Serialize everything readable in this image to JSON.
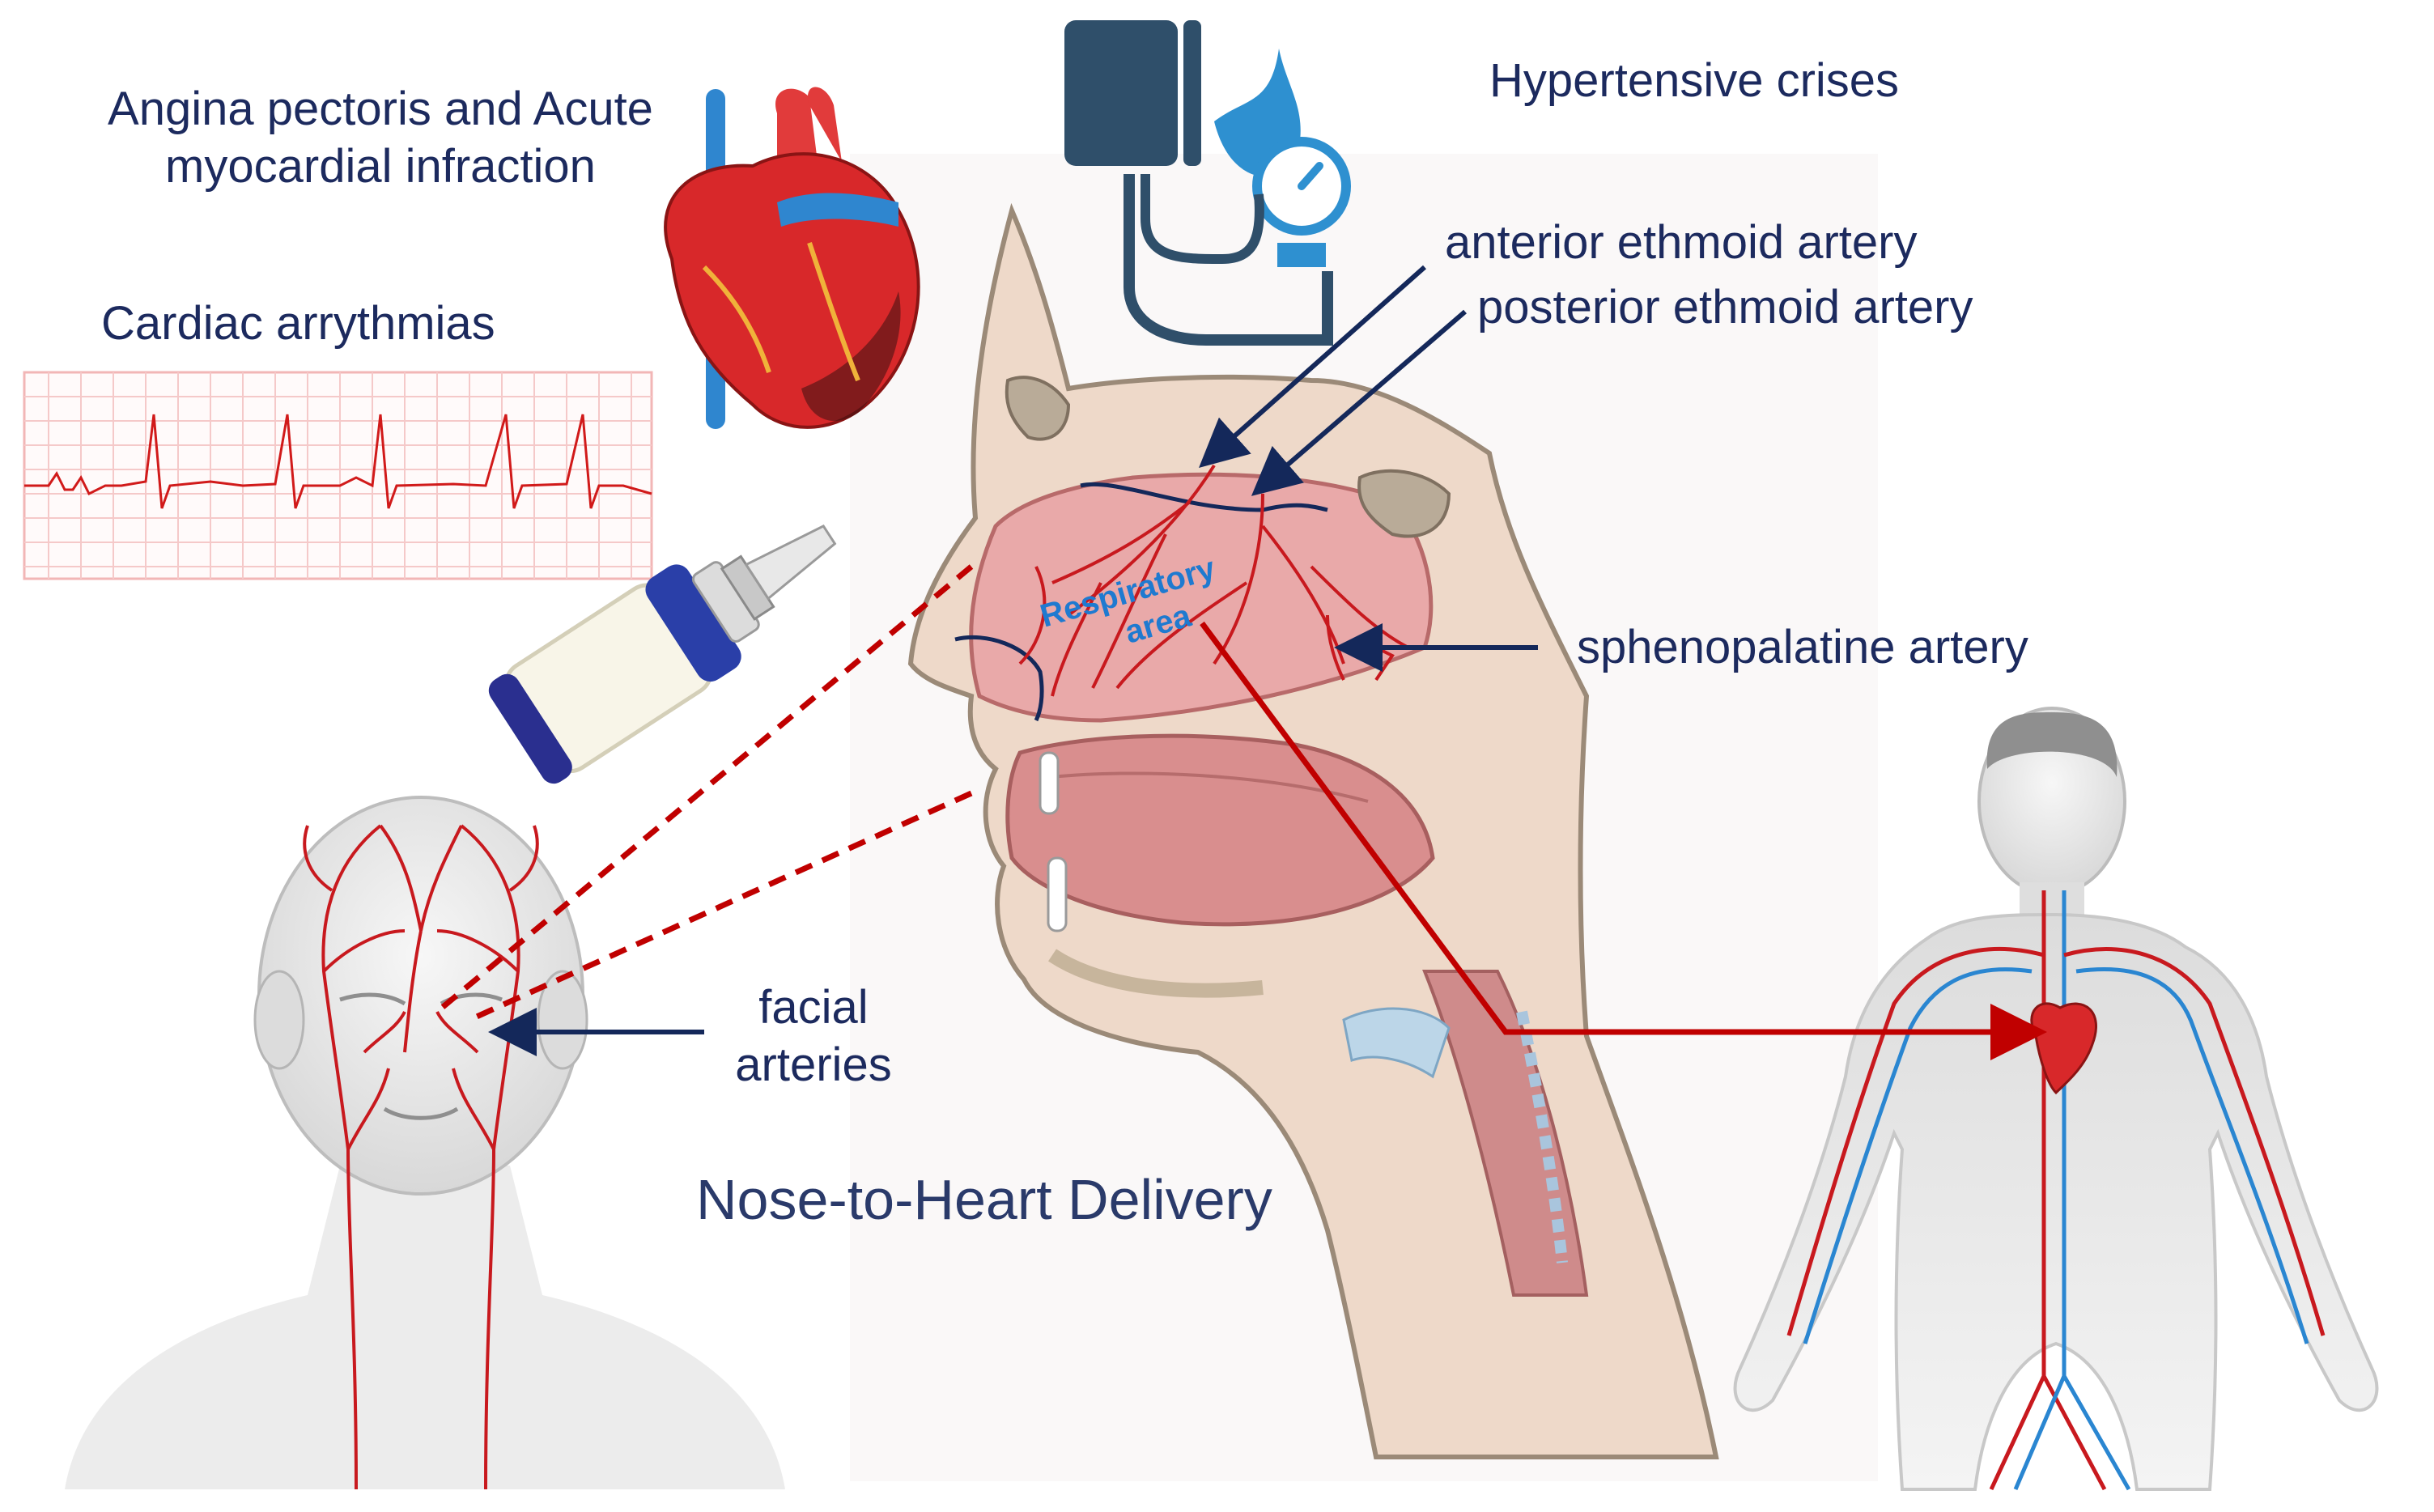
{
  "labels": {
    "angina_line1": "Angina pectoris and Acute",
    "angina_line2": "myocardial infraction",
    "hypertensive": "Hypertensive crises",
    "cardiac": "Cardiac arrythmias",
    "anterior": "anterior ethmoid artery",
    "posterior": "posterior ethmoid artery",
    "sphenopalatine": "sphenopalatine artery",
    "facial_line1": "facial",
    "facial_line2": "arteries",
    "respiratory_line1": "Respiratory",
    "respiratory_line2": "area",
    "title": "Nose-to-Heart Delivery"
  },
  "icons": {
    "heart": "anatomical-heart-icon",
    "bp_monitor": "blood-pressure-monitor-icon",
    "ecg": "ecg-strip-icon",
    "spray": "nasal-spray-bottle-icon",
    "face": "face-facial-arteries-icon",
    "nose": "nasal-cavity-cross-section-icon",
    "body": "circulatory-system-body-icon"
  },
  "colors": {
    "text": "#1c2a5e",
    "artery": "#c8191e",
    "vein": "#2a86d1",
    "arrow_navy": "#14285a",
    "delivery_arrow": "#c00000",
    "respiratory_text": "#1f7ad0",
    "bp_dark": "#2f4f6a",
    "bp_light": "#2e90d0",
    "ecg_grid": "#f2b6b6",
    "tissue_pink": "#e9a9a9",
    "skin_grey": "#e8e8e8"
  }
}
